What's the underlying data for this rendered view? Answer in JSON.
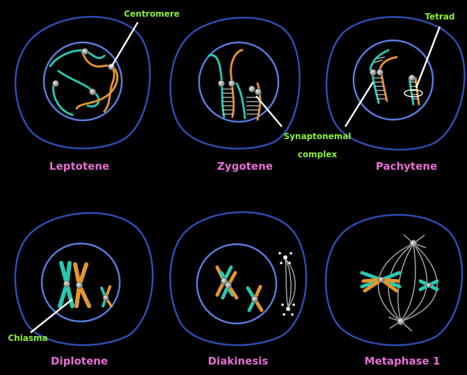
{
  "colors": {
    "background": "#000000",
    "cell_membrane": "#2f4fb6",
    "nuclear_membrane": "#5a7ee0",
    "stage_label": "#e56fd4",
    "annotation_label": "#8cf02e",
    "chromatid_teal": "#27c9b1",
    "chromatid_orange": "#e3962b",
    "centromere": "#a9a9a9",
    "spindle": "#a9a9a9",
    "pointer": "#ffffff"
  },
  "stages": [
    {
      "label": "Leptotene"
    },
    {
      "label": "Zygotene"
    },
    {
      "label": "Pachytene"
    },
    {
      "label": "Diplotene"
    },
    {
      "label": "Diakinesis"
    },
    {
      "label": "Metaphase 1"
    }
  ],
  "annotations": {
    "centromere": "Centromere",
    "tetrad": "Tetrad",
    "synaptonemal_line1": "Synaptonemal",
    "synaptonemal_line2": "complex",
    "chiasma": "Chiasma"
  }
}
